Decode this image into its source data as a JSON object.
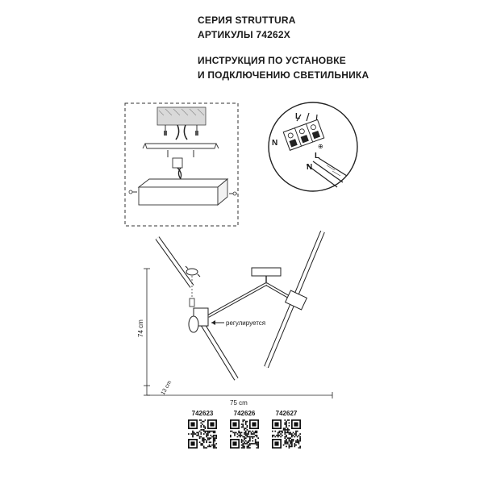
{
  "header": {
    "series": "СЕРИЯ STRUTTURA",
    "articles": "АРТИКУЛЫ 74262X",
    "instruction_line1": "ИНСТРУКЦИЯ ПО УСТАНОВКЕ",
    "instruction_line2": "И ПОДКЛЮЧЕНИЮ СВЕТИЛЬНИКА"
  },
  "wiring": {
    "label_L_top": "L",
    "label_N_left": "N",
    "label_L_bottom": "L",
    "label_N_bottom": "N",
    "ground_symbol": "⊕"
  },
  "diagram": {
    "adjustable_label": "регулируется",
    "height_dim": "74 cm",
    "depth_dim": "13 cm",
    "width_dim": "75 cm"
  },
  "qr_codes": [
    {
      "code": "742623"
    },
    {
      "code": "742626"
    },
    {
      "code": "742627"
    }
  ]
}
